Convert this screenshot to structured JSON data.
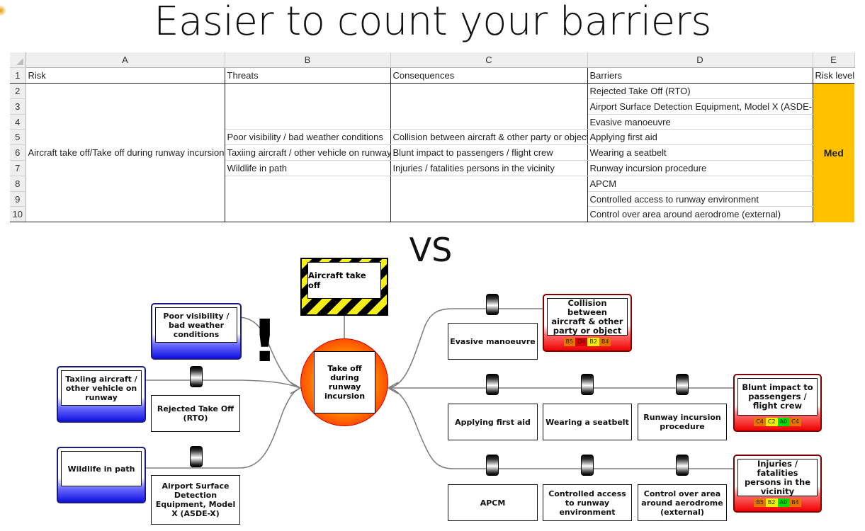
{
  "title": "Easier to count your barriers",
  "vs_label": "VS",
  "spreadsheet": {
    "column_headers": [
      "A",
      "B",
      "C",
      "D",
      "E"
    ],
    "row_numbers": [
      "1",
      "2",
      "3",
      "4",
      "5",
      "6",
      "7",
      "8",
      "9",
      "10"
    ],
    "header_row": {
      "risk": "Risk",
      "threats": "Threats",
      "consequences": "Consequences",
      "barriers": "Barriers",
      "risk_level": "Risk level"
    },
    "risk": "Aircraft take off/Take off during runway incursion",
    "threats": [
      "Poor visibility / bad weather conditions",
      "Taxiing aircraft / other vehicle on runway",
      "Wildlife in path"
    ],
    "consequences": [
      "Collision between aircraft & other party or object",
      "Blunt impact to passengers / flight crew",
      "Injuries / fatalities persons in the vicinity"
    ],
    "barriers": [
      "Rejected Take Off (RTO)",
      " Airport Surface Detection Equipment, Model X (ASDE-X)",
      "Evasive manoeuvre",
      "Applying first aid",
      "Wearing a seatbelt",
      "Runway incursion procedure",
      "APCM",
      "Controlled access to runway environment",
      "Control over area around aerodrome (external)"
    ],
    "risk_level": "Med",
    "risk_level_color": "#ffc000"
  },
  "bowtie": {
    "hazard": "Aircraft take off",
    "top_event": "Take off during runway incursion",
    "warning_icon": "exclamation-icon",
    "threats": [
      "Poor visibility / bad weather conditions",
      "Taxiing aircraft / other vehicle on runway",
      "Wildlife in path"
    ],
    "preventive_barriers": [
      "Rejected Take Off (RTO)",
      "Airport Surface Detection Equipment, Model X (ASDE-X)"
    ],
    "mitigating_barriers": [
      "Evasive manoeuvre",
      "Applying first aid",
      "Wearing a seatbelt",
      "Runway incursion procedure",
      "APCM",
      "Controlled access to runway environment",
      "Control over area around aerodrome (external)"
    ],
    "consequences": [
      {
        "label": "Collision between aircraft & other party or object",
        "ratings": [
          {
            "code": "B5",
            "color": "#e87400"
          },
          {
            "code": "D4",
            "color": "#e00000"
          },
          {
            "code": "B2",
            "color": "#f0f000"
          },
          {
            "code": "B4",
            "color": "#e87400"
          }
        ]
      },
      {
        "label": "Blunt impact to passengers / flight crew",
        "ratings": [
          {
            "code": "C4",
            "color": "#e87400"
          },
          {
            "code": "C2",
            "color": "#f0f000"
          },
          {
            "code": "A0",
            "color": "#00e000"
          },
          {
            "code": "C4",
            "color": "#e87400"
          }
        ]
      },
      {
        "label": "Injuries / fatalities persons in the vicinity",
        "ratings": [
          {
            "code": "B5",
            "color": "#e87400"
          },
          {
            "code": "B2",
            "color": "#f0f000"
          },
          {
            "code": "A0",
            "color": "#00e000"
          },
          {
            "code": "B4",
            "color": "#e87400"
          }
        ]
      }
    ]
  }
}
